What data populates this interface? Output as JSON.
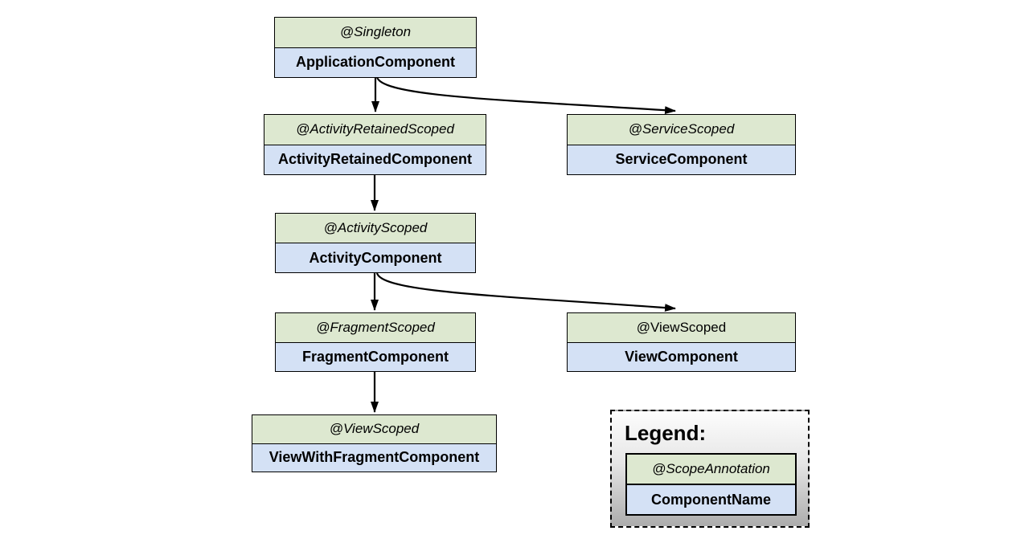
{
  "diagram": {
    "description": "Hilt component hierarchy",
    "nodes": [
      {
        "id": "application",
        "scope": "@Singleton",
        "component": "ApplicationComponent"
      },
      {
        "id": "activity_retained",
        "scope": "@ActivityRetainedScoped",
        "component": "ActivityRetainedComponent"
      },
      {
        "id": "service",
        "scope": "@ServiceScoped",
        "component": "ServiceComponent"
      },
      {
        "id": "activity",
        "scope": "@ActivityScoped",
        "component": "ActivityComponent"
      },
      {
        "id": "fragment",
        "scope": "@FragmentScoped",
        "component": "FragmentComponent"
      },
      {
        "id": "view",
        "scope": "@ViewScoped",
        "component": "ViewComponent"
      },
      {
        "id": "view_with_fragment",
        "scope": "@ViewScoped",
        "component": "ViewWithFragmentComponent"
      }
    ],
    "edges": [
      {
        "from": "ApplicationComponent",
        "to": "ActivityRetainedComponent"
      },
      {
        "from": "ApplicationComponent",
        "to": "ServiceComponent"
      },
      {
        "from": "ActivityRetainedComponent",
        "to": "ActivityComponent"
      },
      {
        "from": "ActivityComponent",
        "to": "FragmentComponent"
      },
      {
        "from": "ActivityComponent",
        "to": "ViewComponent"
      },
      {
        "from": "FragmentComponent",
        "to": "ViewWithFragmentComponent"
      }
    ]
  },
  "legend": {
    "title": "Legend:",
    "scope_label": "@ScopeAnnotation",
    "component_label": "ComponentName"
  },
  "colors": {
    "scope_header_bg": "#dde8d0",
    "component_bg": "#d4e1f5",
    "border": "#000000",
    "arrow": "#000000",
    "legend_gradient_top": "#fdfdfd",
    "legend_gradient_bottom": "#acacac"
  }
}
